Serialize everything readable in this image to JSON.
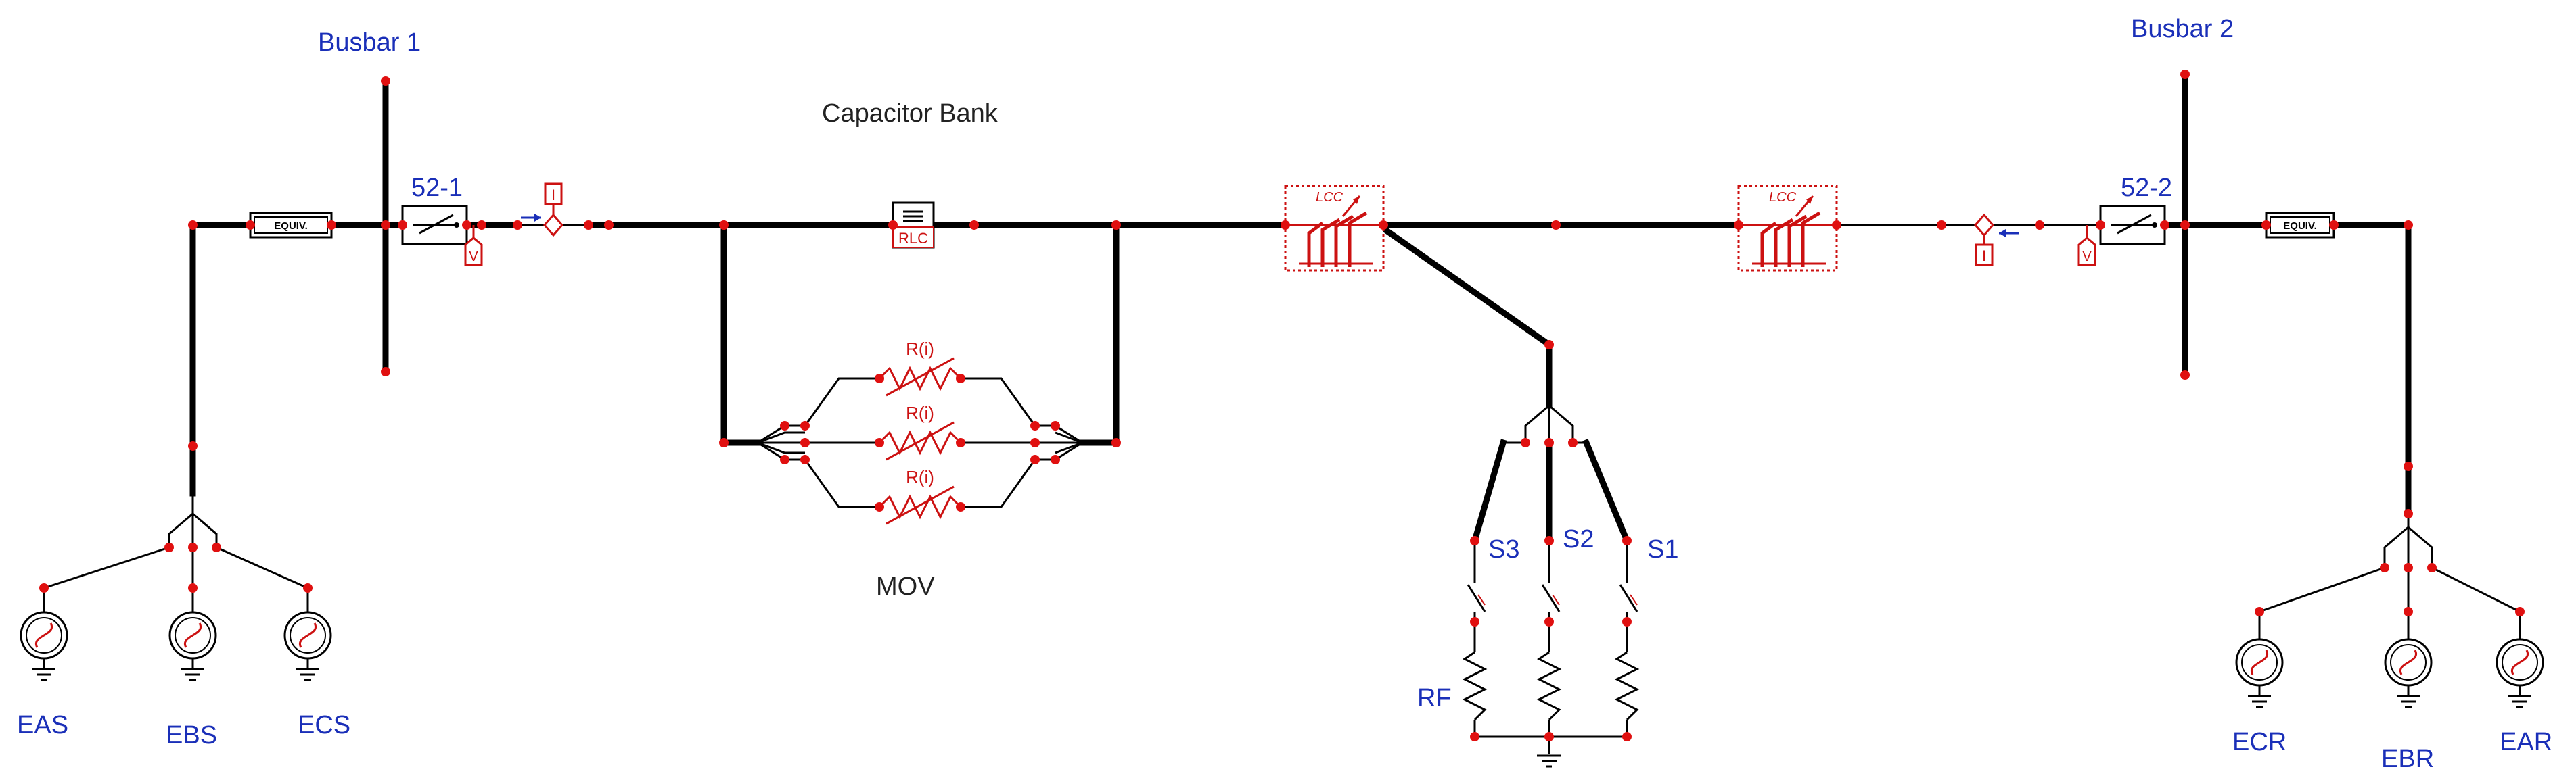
{
  "labels": {
    "busbar1": "Busbar 1",
    "busbar2": "Busbar 2",
    "breaker1": "52-1",
    "breaker2": "52-2",
    "capacitor_bank": "Capacitor Bank",
    "mov": "MOV",
    "rlc": "RLC",
    "equiv": "EQUIV.",
    "lcc": "LCC",
    "r_i": "R(i)",
    "current_probe": "I",
    "voltage_probe": "V",
    "s1": "S1",
    "s2": "S2",
    "s3": "S3",
    "rf": "RF",
    "eas": "EAS",
    "ebs": "EBS",
    "ecs": "ECS",
    "ecr": "ECR",
    "ebr": "EBR",
    "ear": "EAR"
  },
  "colors": {
    "wire": "#000000",
    "node": "#e01010",
    "component": "#cc1111",
    "label_blue": "#1a2fb8",
    "label_black": "#222222"
  }
}
